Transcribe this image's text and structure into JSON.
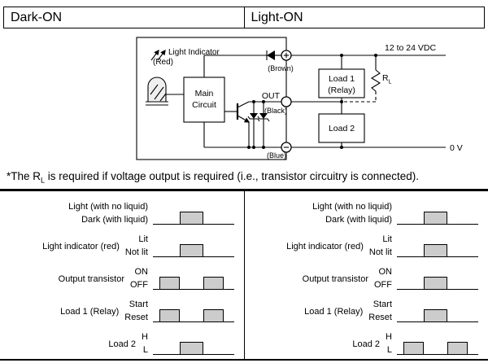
{
  "header": {
    "left_tab": "Dark-ON",
    "right_tab": "Light-ON"
  },
  "circuit": {
    "light_indicator_label": "Light Indicator",
    "light_indicator_sub": "(Red)",
    "main_circuit_line1": "Main",
    "main_circuit_line2": "Circuit",
    "plus_terminal_wire": "(Brown)",
    "out_label": "OUT",
    "out_terminal_wire": "(Black)",
    "minus_terminal_wire": "(Blue)",
    "supply_label": "12 to 24 VDC",
    "load1_line1": "Load 1",
    "load1_line2": "(Relay)",
    "load2_label": "Load 2",
    "rl_label_main": "R",
    "rl_label_sub": "L",
    "zero_volt_label": "0 V"
  },
  "note": {
    "pre": "*The R",
    "sub": "L",
    "post": " is required if voltage output is required (i.e., transistor circuitry is connected)."
  },
  "colors": {
    "pulse_fill": "#cccccc",
    "line_color": "#000000"
  },
  "timing": {
    "left": {
      "mode": "Dark-ON",
      "rows": [
        {
          "main": "",
          "high": "Light (with no liquid)",
          "low": "Dark (with liquid)",
          "pulses": [
            [
              33,
              62
            ]
          ]
        },
        {
          "main": "Light indicator (red)",
          "high": "Lit",
          "low": "Not lit",
          "pulses": [
            [
              33,
              62
            ]
          ]
        },
        {
          "main": "Output transistor",
          "high": "ON",
          "low": "OFF",
          "pulses": [
            [
              8,
              33
            ],
            [
              62,
              87
            ]
          ]
        },
        {
          "main": "Load 1 (Relay)",
          "high": "Start",
          "low": "Reset",
          "pulses": [
            [
              8,
              33
            ],
            [
              62,
              87
            ]
          ]
        },
        {
          "main": "Load 2",
          "high": "H",
          "low": "L",
          "pulses": [
            [
              33,
              62
            ]
          ]
        }
      ]
    },
    "right": {
      "mode": "Light-ON",
      "rows": [
        {
          "main": "",
          "high": "Light (with no liquid)",
          "low": "Dark (with liquid)",
          "pulses": [
            [
              33,
              62
            ]
          ]
        },
        {
          "main": "Light indicator (red)",
          "high": "Lit",
          "low": "Not lit",
          "pulses": [
            [
              33,
              62
            ]
          ]
        },
        {
          "main": "Output transistor",
          "high": "ON",
          "low": "OFF",
          "pulses": [
            [
              33,
              62
            ]
          ]
        },
        {
          "main": "Load 1 (Relay)",
          "high": "Start",
          "low": "Reset",
          "pulses": [
            [
              33,
              62
            ]
          ]
        },
        {
          "main": "Load 2",
          "high": "H",
          "low": "L",
          "pulses": [
            [
              8,
              33
            ],
            [
              62,
              87
            ]
          ]
        }
      ]
    }
  }
}
